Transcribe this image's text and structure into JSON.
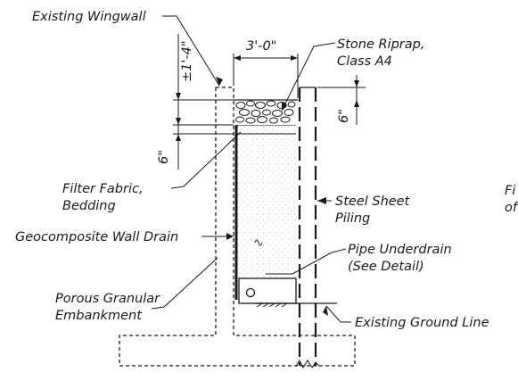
{
  "labels": {
    "existing_wingwall": "Existing Wingwall",
    "stone_riprap_line1": "Stone Riprap,",
    "stone_riprap_line2": "Class A4",
    "filter_fabric_line1": "Filter Fabric,",
    "filter_fabric_line2": "Bedding",
    "steel_sheet_line1": "Steel Sheet",
    "steel_sheet_line2": "Piling",
    "geocomposite": "Geocomposite Wall Drain",
    "pipe_underdrain_line1": "Pipe Underdrain",
    "pipe_underdrain_line2": "(See Detail)",
    "porous_line1": "Porous Granular",
    "porous_line2": "Embankment",
    "existing_ground": "Existing Ground Line",
    "cut_off_line1": "Fi",
    "cut_off_line2": "of"
  },
  "dimensions": {
    "width_top": "3'-0\"",
    "height_left": "±1'-4\"",
    "six_left": "6\"",
    "six_right": "6\""
  },
  "colors": {
    "ink": "#1a1a1a",
    "stipple": "#8a8a8a",
    "background": "#ffffff"
  }
}
